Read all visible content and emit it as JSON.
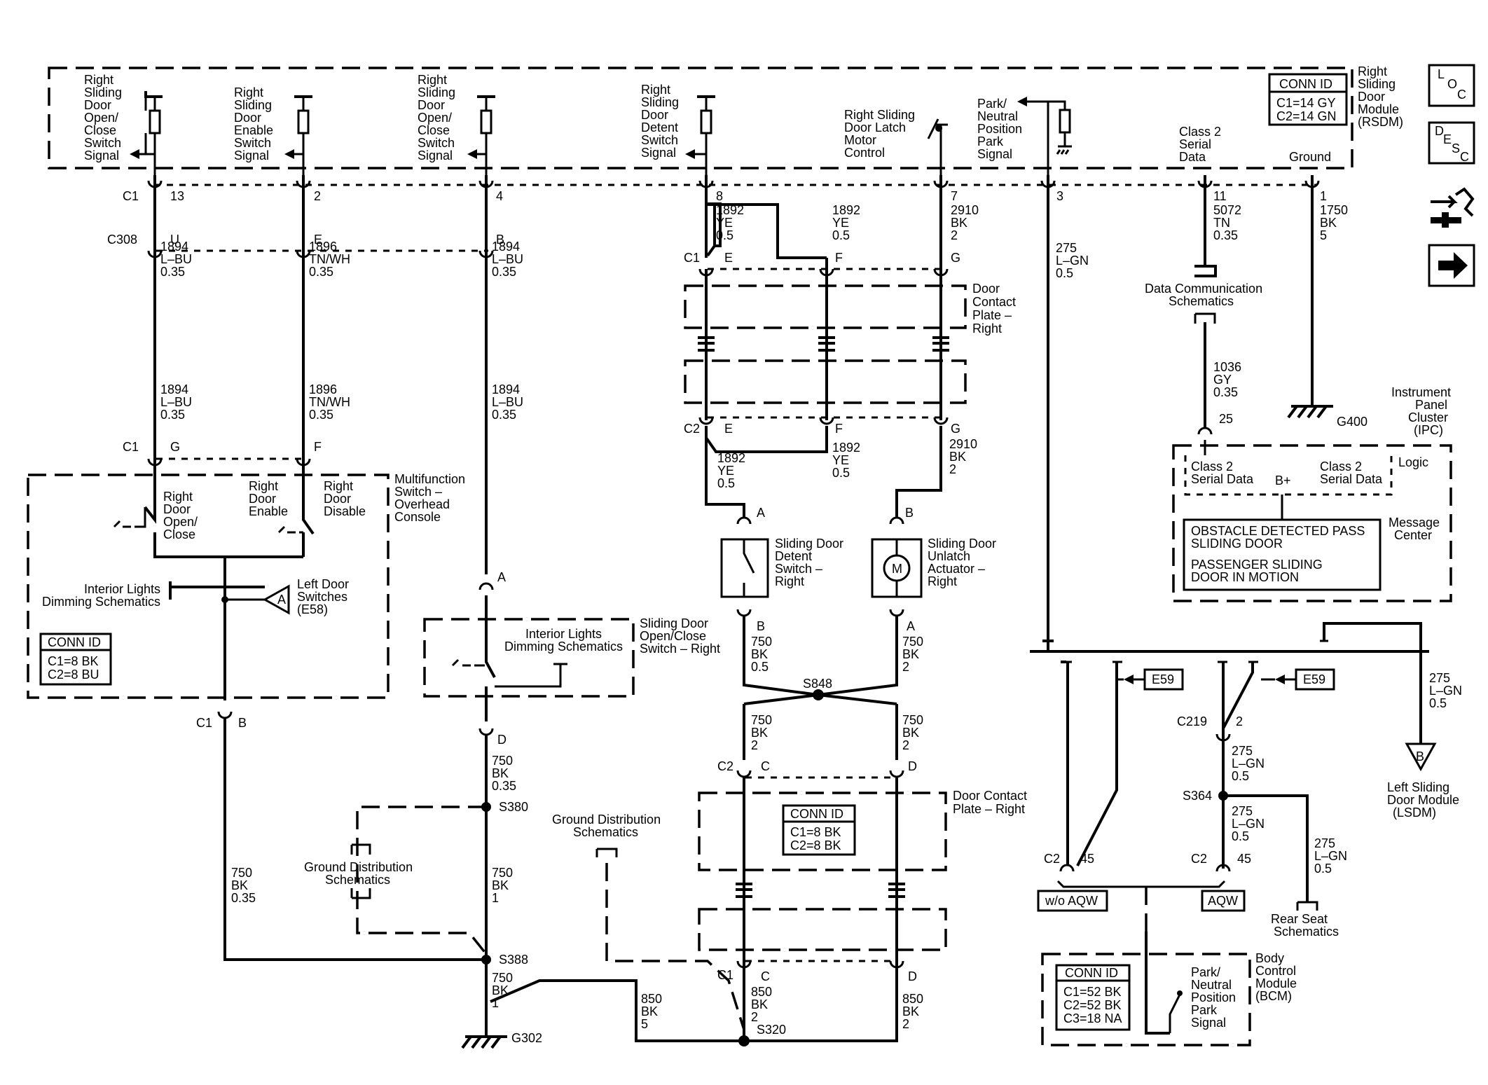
{
  "icons": [
    "loc-icon",
    "desc-icon",
    "connector-icon",
    "arrow-right-icon"
  ],
  "icon_text": {
    "loc": [
      "L",
      "O",
      "C"
    ],
    "desc": [
      "D",
      "E",
      "S",
      "C"
    ]
  },
  "rsdm": {
    "name": [
      "Right",
      "Sliding",
      "Door",
      "Module",
      "(RSDM)"
    ],
    "conn_id_title": "CONN ID",
    "conn_id": [
      "C1=14 GY",
      "C2=14 GN"
    ],
    "signals": {
      "open_close_1": [
        "Right",
        "Sliding",
        "Door",
        "Open/",
        "Close",
        "Switch",
        "Signal"
      ],
      "enable": [
        "Right",
        "Sliding",
        "Door",
        "Enable",
        "Switch",
        "Signal"
      ],
      "open_close_2": [
        "Right",
        "Sliding",
        "Door",
        "Open/",
        "Close",
        "Switch",
        "Signal"
      ],
      "detent": [
        "Right",
        "Sliding",
        "Door",
        "Detent",
        "Switch",
        "Signal"
      ],
      "latch_motor": [
        "Right Sliding",
        "Door Latch",
        "Motor",
        "Control"
      ],
      "park_neutral": [
        "Park/",
        "Neutral",
        "Position",
        "Park",
        "Signal"
      ],
      "class2": [
        "Class 2",
        "Serial",
        "Data"
      ],
      "ground": "Ground"
    },
    "connector": "C1",
    "pins": [
      "13",
      "2",
      "4",
      "8",
      "7",
      "3",
      "11",
      "1"
    ]
  },
  "wires": {
    "w1894_a": [
      "1894",
      "L–BU",
      "0.35"
    ],
    "w1896_a": [
      "1896",
      "TN/WH",
      "0.35"
    ],
    "w1894_b": [
      "1894",
      "L–BU",
      "0.35"
    ],
    "w1892_l": [
      "1892",
      "YE",
      "0.5"
    ],
    "w1892_r": [
      "1892",
      "YE",
      "0.5"
    ],
    "w2910": [
      "2910",
      "BK",
      "2"
    ],
    "w275": [
      "275",
      "L–GN",
      "0.5"
    ],
    "w5072": [
      "5072",
      "TN",
      "0.35"
    ],
    "w1750": [
      "1750",
      "BK",
      "5"
    ],
    "w1894_c": [
      "1894",
      "L–BU",
      "0.35"
    ],
    "w1896_c": [
      "1896",
      "TN/WH",
      "0.35"
    ],
    "w1894_d": [
      "1894",
      "L–BU",
      "0.35"
    ],
    "w1036": [
      "1036",
      "GY",
      "0.35"
    ],
    "w1892_c2l": [
      "1892",
      "YE",
      "0.5"
    ],
    "w1892_c2r": [
      "1892",
      "YE",
      "0.5"
    ],
    "w2910_c2": [
      "2910",
      "BK",
      "2"
    ],
    "w750_a": [
      "750",
      "BK",
      "0.5"
    ],
    "w750_b": [
      "750",
      "BK",
      "2"
    ],
    "w750_c": [
      "750",
      "BK",
      "2"
    ],
    "w750_d": [
      "750",
      "BK",
      "2"
    ],
    "w750_e": [
      "750",
      "BK",
      "0.35"
    ],
    "w750_f": [
      "750",
      "BK",
      "1"
    ],
    "w750_g": [
      "750",
      "BK",
      "0.35"
    ],
    "w750_h": [
      "750",
      "BK",
      "1"
    ],
    "w850_a": [
      "850",
      "BK",
      "5"
    ],
    "w850_b": [
      "850",
      "BK",
      "2"
    ],
    "w850_c": [
      "850",
      "BK",
      "2"
    ],
    "w275_r": [
      "275",
      "L–GN",
      "0.5"
    ],
    "w275_c219": [
      "275",
      "L–GN",
      "0.5"
    ],
    "w275_s364": [
      "275",
      "L–GN",
      "0.5"
    ],
    "w275_rear": [
      "275",
      "L–GN",
      "0.5"
    ]
  },
  "connectors": {
    "c1": "C1",
    "c308": "C308",
    "c1_g": "C1",
    "c2": "C2",
    "c1_b": "C1",
    "c2_c": "C2",
    "c1_c": "C1",
    "c219": "C219",
    "c2_45a": "C2",
    "c2_45b": "C2",
    "pin_u": "U",
    "pin_e": "E",
    "pin_b": "B",
    "pin_g": "G",
    "pin_f": "F",
    "pin_e1": "E",
    "pin_f1": "F",
    "pin_g1": "G",
    "pin_e2": "E",
    "pin_f2": "F",
    "pin_g2": "G",
    "pin_a_det": "A",
    "pin_b_det": "B",
    "pin_b_act": "B",
    "pin_a_act": "A",
    "pin_a_sw": "A",
    "pin_d_sw": "D",
    "pin_b_c1": "B",
    "pin_c_c2": "C",
    "pin_d_c2": "D",
    "pin_c_c1": "C",
    "pin_d_c1": "D",
    "pin_25": "25",
    "pin_2": "2",
    "pin_45a": "45",
    "pin_45b": "45"
  },
  "splices": [
    "S848",
    "S380",
    "S388",
    "S320",
    "S364"
  ],
  "grounds": [
    "G302",
    "G400"
  ],
  "components": {
    "door_contact_plate_top": [
      "Door",
      "Contact",
      "Plate –",
      "Right"
    ],
    "door_contact_plate_bottom": [
      "Door Contact",
      "Plate – Right"
    ],
    "detent_switch": [
      "Sliding Door",
      "Detent",
      "Switch –",
      "Right"
    ],
    "unlatch_actuator": [
      "Sliding Door",
      "Unlatch",
      "Actuator –",
      "Right"
    ],
    "motor_label": "M",
    "multifunction": [
      "Multifunction",
      "Switch –",
      "Overhead",
      "Console"
    ],
    "mf_open_close": [
      "Right",
      "Door",
      "Open/",
      "Close"
    ],
    "mf_enable": [
      "Right",
      "Door",
      "Enable"
    ],
    "mf_disable": [
      "Right",
      "Door",
      "Disable"
    ],
    "interior_lights_1": [
      "Interior Lights",
      "Dimming Schematics"
    ],
    "left_door_switches": [
      "Left Door",
      "Switches",
      "(E58)"
    ],
    "triangle_a": "A",
    "mf_conn_title": "CONN ID",
    "mf_conn": [
      "C1=8 BK",
      "C2=8 BU"
    ],
    "sd_open_close": [
      "Sliding Door",
      "Open/Close",
      "Switch – Right"
    ],
    "interior_lights_2": [
      "Interior Lights",
      "Dimming Schematics"
    ],
    "ground_dist_1": [
      "Ground Distribution",
      "Schematics"
    ],
    "ground_dist_2": [
      "Ground Distribution",
      "Schematics"
    ],
    "dcp_conn_title": "CONN ID",
    "dcp_conn": [
      "C1=8 BK",
      "C2=8 BK"
    ],
    "data_comm": [
      "Data Communication",
      "Schematics"
    ],
    "ipc": [
      "Instrument",
      "Panel",
      "Cluster",
      "(IPC)"
    ],
    "ipc_logic": "Logic",
    "ipc_class2_l": [
      "Class 2",
      "Serial Data"
    ],
    "ipc_bplus": "B+",
    "ipc_class2_r": [
      "Class 2",
      "Serial Data"
    ],
    "message_center": [
      "Message",
      "Center"
    ],
    "msg_lines": [
      "OBSTACLE DETECTED PASS",
      "SLIDING DOOR",
      "PASSENGER SLIDING",
      "DOOR IN MOTION"
    ],
    "e59_a": "E59",
    "e59_b": "E59",
    "lsdm_triangle": "B",
    "lsdm": [
      "Left Sliding",
      "Door Module",
      "(LSDM)"
    ],
    "rear_seat": [
      "Rear Seat",
      "Schematics"
    ],
    "wo_aqw": "w/o AQW",
    "aqw": "AQW",
    "bcm": [
      "Body",
      "Control",
      "Module",
      "(BCM)"
    ],
    "bcm_conn_title": "CONN ID",
    "bcm_conn": [
      "C1=52 BK",
      "C2=52 BK",
      "C3=18 NA"
    ],
    "bcm_park": [
      "Park/",
      "Neutral",
      "Position",
      "Park",
      "Signal"
    ]
  }
}
